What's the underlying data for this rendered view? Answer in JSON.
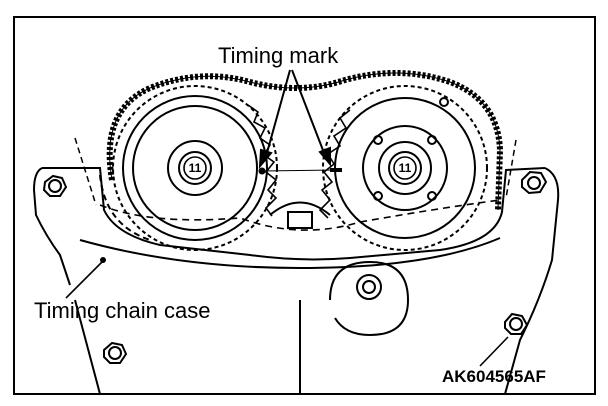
{
  "labels": {
    "timing_mark": "Timing mark",
    "timing_chain_case": "Timing chain case",
    "figure_code": "AK604565AF"
  },
  "bolt_labels": {
    "left_sprocket": "11",
    "right_sprocket": "11"
  },
  "colors": {
    "line": "#000000",
    "background": "#ffffff"
  }
}
